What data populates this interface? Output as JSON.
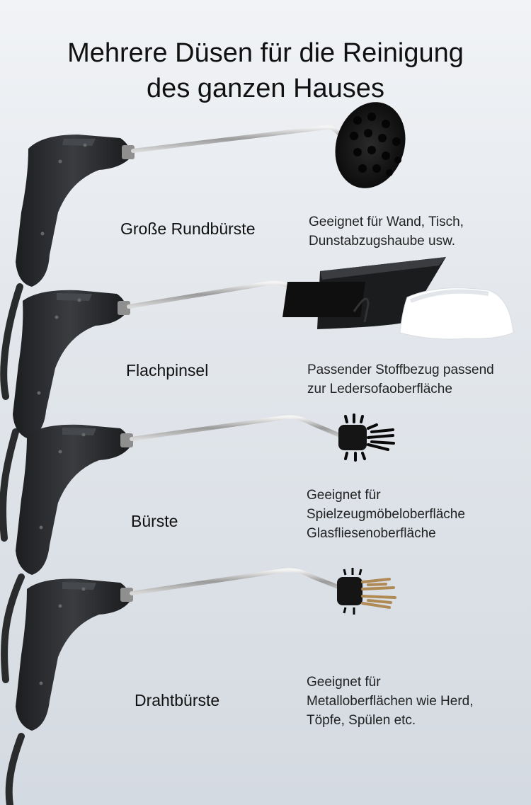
{
  "title": {
    "line1": "Mehrere Düsen für die Reinigung",
    "line2": "des ganzen Hauses"
  },
  "items": [
    {
      "name": "Große Rundbürste",
      "description": [
        "Geeignet für Wand, Tisch,",
        "Dunstabzugshaube usw."
      ],
      "attachment_icon": "round-brush-icon"
    },
    {
      "name": "Flachpinsel",
      "description": [
        "Passender Stoffbezug passend",
        "zur Ledersofaoberfläche"
      ],
      "attachment_icon": "flat-brush-with-cloth-icon"
    },
    {
      "name": "Bürste",
      "description": [
        "Geeignet für",
        "Spielzeugmöbeloberfläche",
        "Glasfliesenoberfläche"
      ],
      "attachment_icon": "small-nylon-brush-icon"
    },
    {
      "name": "Drahtbürste",
      "description": [
        "Geeignet für",
        "Metalloberflächen wie Herd,",
        "Töpfe, Spülen etc."
      ],
      "attachment_icon": "wire-brush-icon"
    }
  ],
  "colors": {
    "handle": "#2b2d30",
    "wire_bristles": "#b08a55",
    "background_top": "#f1f3f6",
    "background_bottom": "#d4dae1"
  }
}
